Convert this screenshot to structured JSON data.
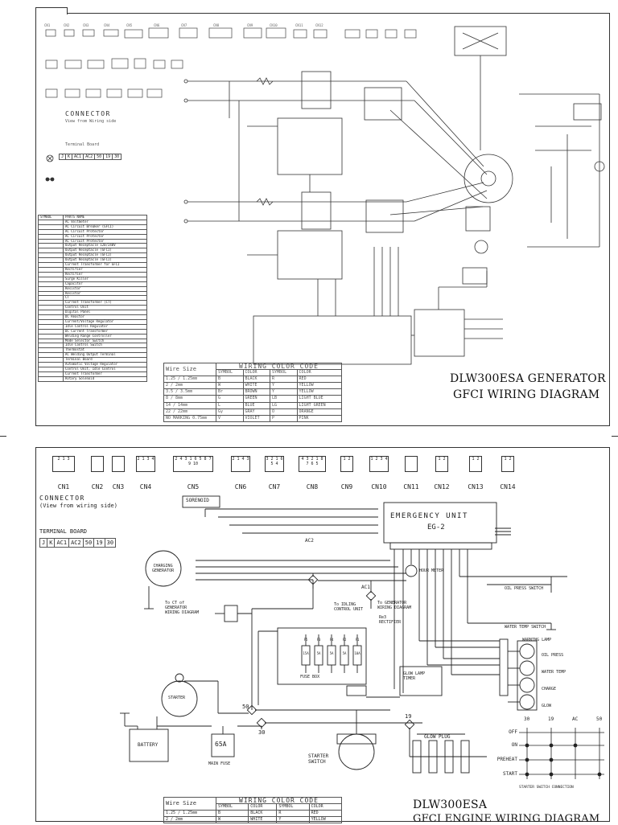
{
  "top_sheet": {
    "title_line1": "DLW300ESA GENERATOR",
    "title_line2": "GFCI WIRING DIAGRAM",
    "connector_label": "CONNECTOR",
    "connector_sub": "View from Wiring side",
    "terminal_board_label": "Terminal Board",
    "terminal_board_cells": [
      "J",
      "K",
      "AC1",
      "AC2",
      "50",
      "19",
      "30"
    ],
    "parts_header": [
      "SYMBOL",
      "PARTS NAME"
    ],
    "parts_names": [
      "AC Voltmeter",
      "AC Circuit Breaker (GFCI)",
      "AC Circuit Protector",
      "AC Circuit Protector",
      "AC Circuit Protector",
      "Output Receptacle 120/240V",
      "Output Receptacle (GFCI)",
      "Output Receptacle (GFCI)",
      "Output Receptacle (GFCI)",
      "Current Transformer for GFCI",
      "Rectifier",
      "Rectifier",
      "Surge Killer",
      "Capacitor",
      "Resistor",
      "Resistor",
      "CT",
      "Current Transformer (CT)",
      "Control Unit",
      "Digital Panel",
      "DC Reactor",
      "Current/Voltage Regulator",
      "Idle Control Regulator",
      "DC Current Transformer",
      "Welding Range Controller",
      "Mode Selector Switch",
      "Idle Control Switch",
      "Thermostat",
      "AC Welding Output Terminal",
      "Terminal Board",
      "Automatic Voltage Regulator",
      "Control Unit, Idle Control",
      "Current Transformer",
      "Rotary Solenoid"
    ],
    "wiring_header": [
      "Wire Size",
      "WIRING COLOR CODE"
    ],
    "wiring_color_header": [
      "SYMBOL",
      "COLOR",
      "SYMBOL",
      "COLOR"
    ],
    "wiring_rows": [
      [
        "1.25 / 1.25mm",
        "B",
        "BLACK",
        "R",
        "RED"
      ],
      [
        "2 / 2mm",
        "W",
        "WHITE",
        "Y",
        "YELLOW"
      ],
      [
        "3.5 / 3.5mm",
        "Br",
        "BROWN",
        "Y",
        "YELLOW"
      ],
      [
        "8 / 8mm",
        "G",
        "GREEN",
        "LB",
        "LIGHT BLUE"
      ],
      [
        "14 / 14mm",
        "L",
        "BLUE",
        "LG",
        "LIGHT GREEN"
      ],
      [
        "22 / 22mm",
        "Gy",
        "GRAY",
        "O",
        "ORANGE"
      ],
      [
        "NO MARKING 0.75mm",
        "V",
        "VIOLET",
        "P",
        "PINK"
      ]
    ]
  },
  "bottom_sheet": {
    "title_line1": "DLW300ESA",
    "title_line2": "GFCI ENGINE WIRING DIAGRAM",
    "connector_label": "CONNECTOR",
    "connector_sub": "(View from wiring side)",
    "terminal_board_label": "TERMINAL BOARD",
    "terminal_board_cells": [
      "J",
      "K",
      "AC1",
      "AC2",
      "50",
      "19",
      "30"
    ],
    "connectors": [
      "CN1",
      "CN2",
      "CN3",
      "CN4",
      "CN5",
      "CN6",
      "CN7",
      "CN8",
      "CN9",
      "CN10",
      "CN11",
      "CN12",
      "CN13",
      "CN14"
    ],
    "connector_pins": [
      "2 1 3",
      "",
      "",
      "2 1 3 4",
      "2 4 3 1 6 5 8 7 9 10",
      "2 1 4 3",
      "3 2 1 6 5 4",
      "4 3 2 1 8 7 6 5",
      "1 2",
      "1 2 3 4",
      "",
      "1 2",
      "1 2",
      "1 2"
    ],
    "emergency_unit": "EMERGENCY UNIT",
    "emergency_model": "EG-2",
    "labels": {
      "sorenoid": "SORENOID",
      "charging": "CHARGING",
      "generator": "GENERATOR",
      "hour_meter": "HOUR METER",
      "oil_press_switch": "OIL PRESS SWITCH",
      "water_temp_switch": "WATER TEMP SWITCH",
      "warning_lamp": "WARNING LAMP",
      "tc_gen_1": "To CT of",
      "tc_gen_2": "GENERATOR",
      "tc_gen_3": "WIRING DIAGRAM",
      "idling_1": "To IDLING",
      "idling_2": "CONTROL UNIT",
      "gen_wiring_1": "To GENERATOR",
      "gen_wiring_2": "WIRING DIAGRAM",
      "rectifier": "RECTIFIER",
      "rectifier_ref": "Re3",
      "fuse_box": "FUSE BOX",
      "glow_lamp": "GLOW LAMP",
      "timer": "TIMER",
      "starter": "STARTER",
      "battery": "BATTERY",
      "main_fuse": "MAIN FUSE",
      "main_fuse_rating": "65A",
      "starter_switch_1": "STARTER",
      "starter_switch_2": "SWITCH",
      "glow_plug": "GLOW PLUG",
      "starter_switch_connection": "STARTER SWITCH CONNECTION",
      "node_ac2": "AC2",
      "node_ac1": "AC1",
      "node_50": "50",
      "node_30": "30",
      "node_19": "19"
    },
    "fuses": [
      {
        "name": "F5",
        "rating": "15A"
      },
      {
        "name": "F3",
        "rating": "5A"
      },
      {
        "name": "F4",
        "rating": "5A"
      },
      {
        "name": "F2",
        "rating": "5A"
      },
      {
        "name": "F1",
        "rating": "10A"
      }
    ],
    "lamps": [
      "OIL PRESS",
      "WATER TEMP",
      "CHARGE",
      "GLOW"
    ],
    "switch_positions": [
      "OFF",
      "ON",
      "PREHEAT",
      "START"
    ],
    "switch_terminals": [
      "30",
      "19",
      "AC",
      "50"
    ],
    "wiring_header": [
      "Wire Size",
      "WIRING COLOR CODE"
    ],
    "wiring_color_header": [
      "SYMBOL",
      "COLOR",
      "SYMBOL",
      "COLOR"
    ],
    "wiring_rows": [
      [
        "1.25 / 1.25mm",
        "B",
        "BLACK",
        "R",
        "RED"
      ],
      [
        "2 / 2mm",
        "W",
        "WHITE",
        "Y",
        "YELLOW"
      ]
    ]
  }
}
